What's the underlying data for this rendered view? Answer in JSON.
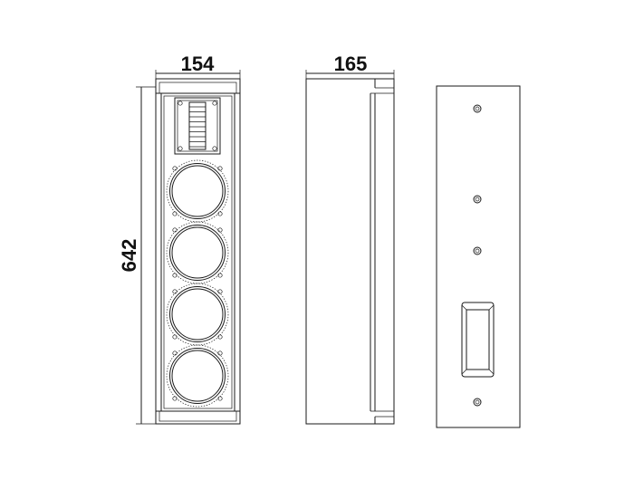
{
  "dimensions": {
    "width_label": "154",
    "depth_label": "165",
    "height_label": "642"
  },
  "front_view": {
    "tweeter_count": 1,
    "woofer_count": 4
  },
  "rear_view": {
    "screw_count": 4,
    "handle_count": 1
  },
  "colors": {
    "line": "#1a1a1a",
    "background": "#ffffff"
  }
}
